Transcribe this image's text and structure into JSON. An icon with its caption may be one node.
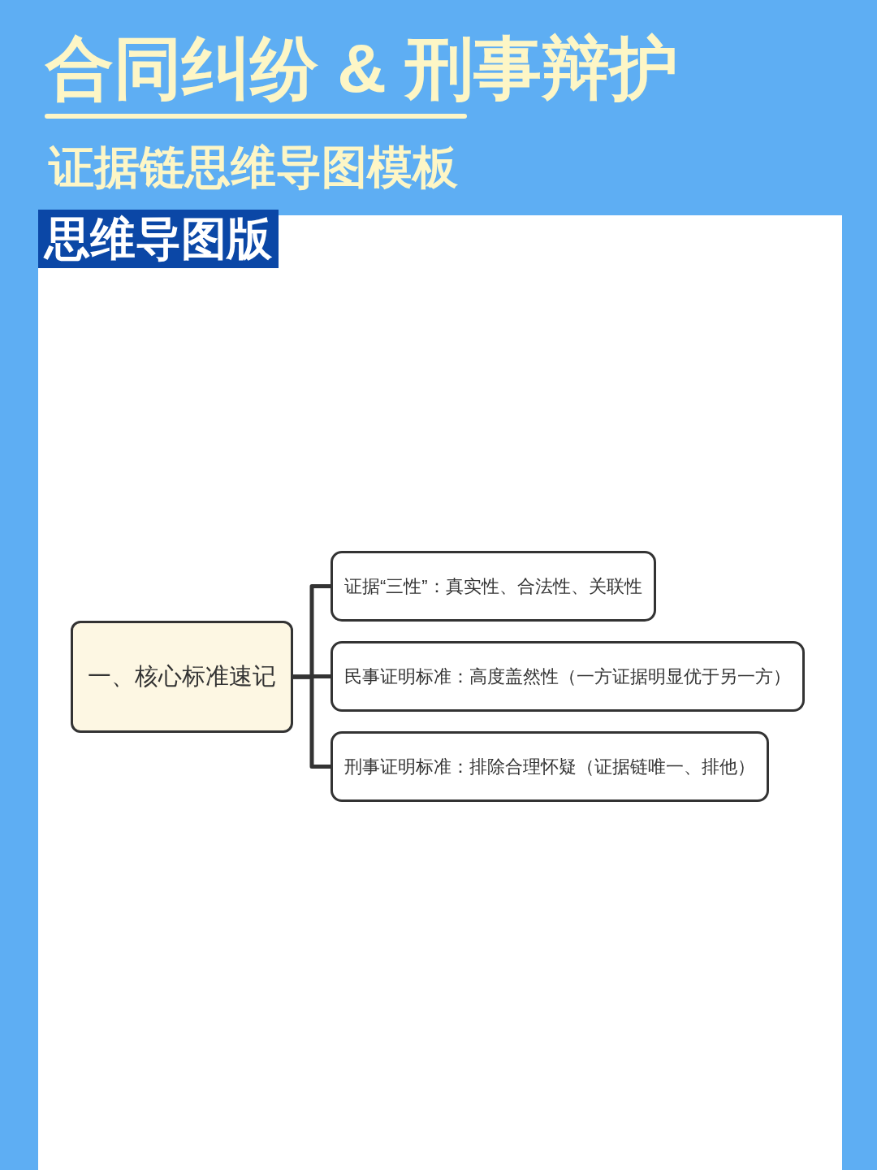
{
  "diagram": {
    "title": "合同纠纷 & 刑事辩护",
    "nodes": [
      {
        "text": [
          "一、核心标准速记"
        ]
      },
      {
        "text": [
          "证据“三性”：真实性、合法性、关联性"
        ]
      },
      {
        "text": [
          "民事证明标准：高度盖然性（一方证据明显优于另一方）"
        ]
      },
      {
        "text": [
          "刑事证明标准：排除合理怀疑（证据链唯一、排他）"
        ]
      }
    ],
    "edges": [
      {
        "from": 0,
        "to": 1,
        "arrow": "none"
      },
      {
        "from": 0,
        "to": 2,
        "arrow": "none"
      },
      {
        "from": 0,
        "to": 3,
        "arrow": "none"
      }
    ],
    "labels": [
      "证据链思维导图模板",
      "思维导图版"
    ]
  }
}
